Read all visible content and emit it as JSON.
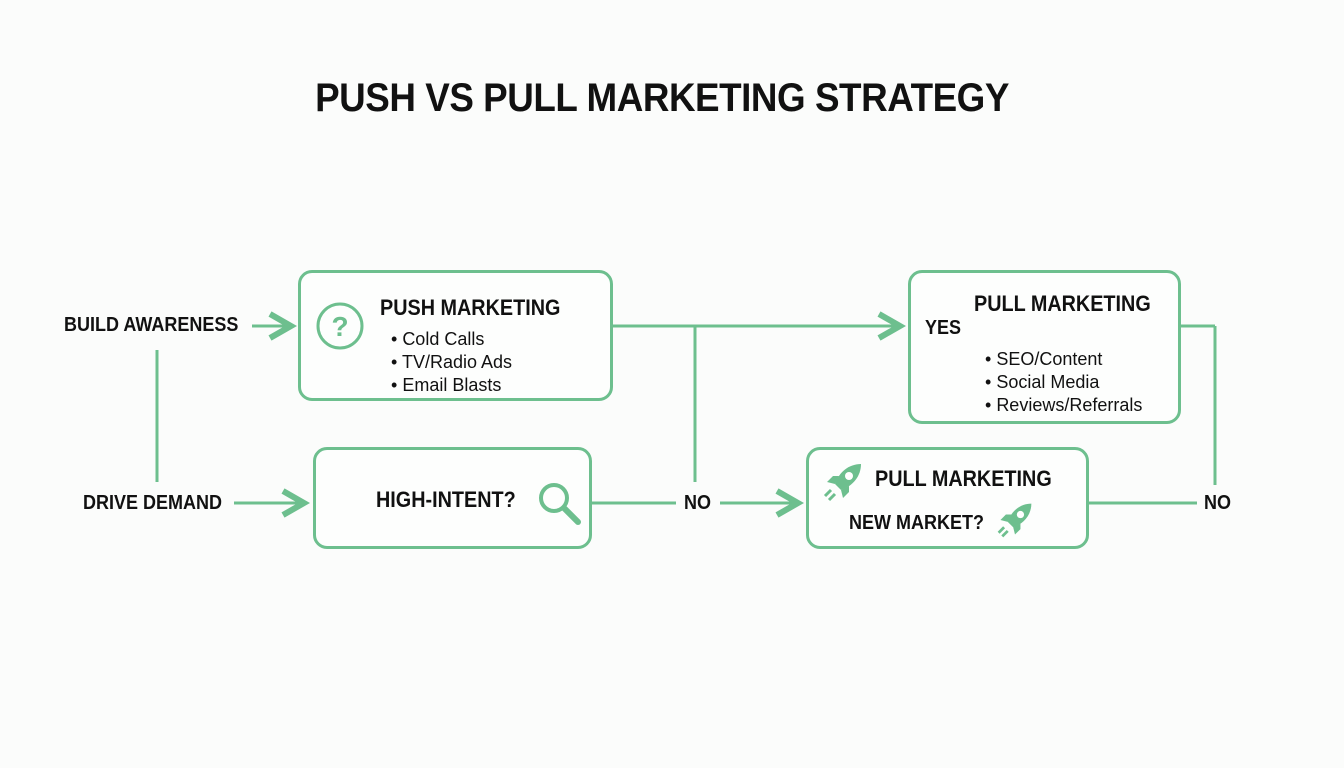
{
  "title": "PUSH VS PULL MARKETING STRATEGY",
  "accent_color": "#6dbf8e",
  "labels": {
    "build_awareness": "BUILD AWARENESS",
    "drive_demand": "DRIVE DEMAND",
    "no_1": "NO",
    "no_2": "NO",
    "yes": "YES"
  },
  "push_box": {
    "heading": "PUSH MARKETING",
    "icon": "question-circle-icon",
    "items": [
      "Cold Calls",
      "TV/Radio Ads",
      "Email Blasts"
    ]
  },
  "pull_box": {
    "heading": "PULL MARKETING",
    "items": [
      "SEO/Content",
      "Social Media",
      "Reviews/Referrals"
    ]
  },
  "intent_box": {
    "text": "HIGH-INTENT?",
    "icon": "magnifier-icon"
  },
  "new_market_box": {
    "heading": "PULL MARKETING",
    "text": "NEW MARKET?",
    "icon": "rocket-icon"
  }
}
